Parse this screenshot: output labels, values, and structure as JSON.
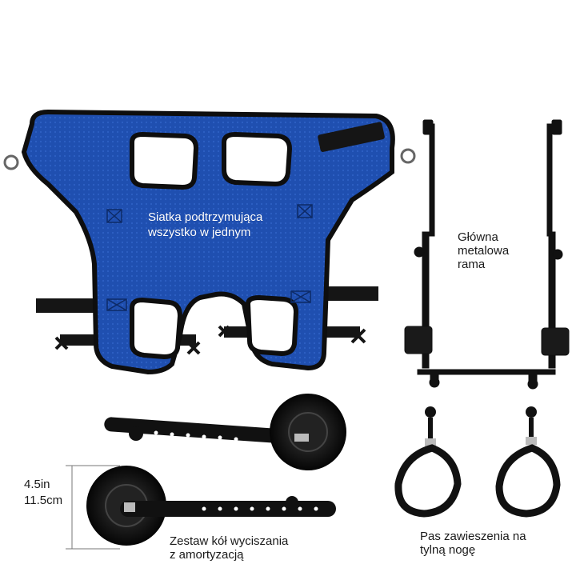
{
  "labels": {
    "harness": [
      "Siatka podtrzymująca",
      "wszystko w jednym"
    ],
    "frame": [
      "Główna",
      "metalowa",
      "rama"
    ],
    "wheels": [
      "Zestaw kół wyciszania",
      "z amortyzacją"
    ],
    "leg_strap": [
      "Pas zawieszenia na",
      "tylną nogę"
    ],
    "dimension": [
      "4.5in",
      "11.5cm"
    ]
  },
  "colors": {
    "mesh_blue": "#1f4fb0",
    "frame_black": "#111111",
    "background": "#ffffff"
  }
}
